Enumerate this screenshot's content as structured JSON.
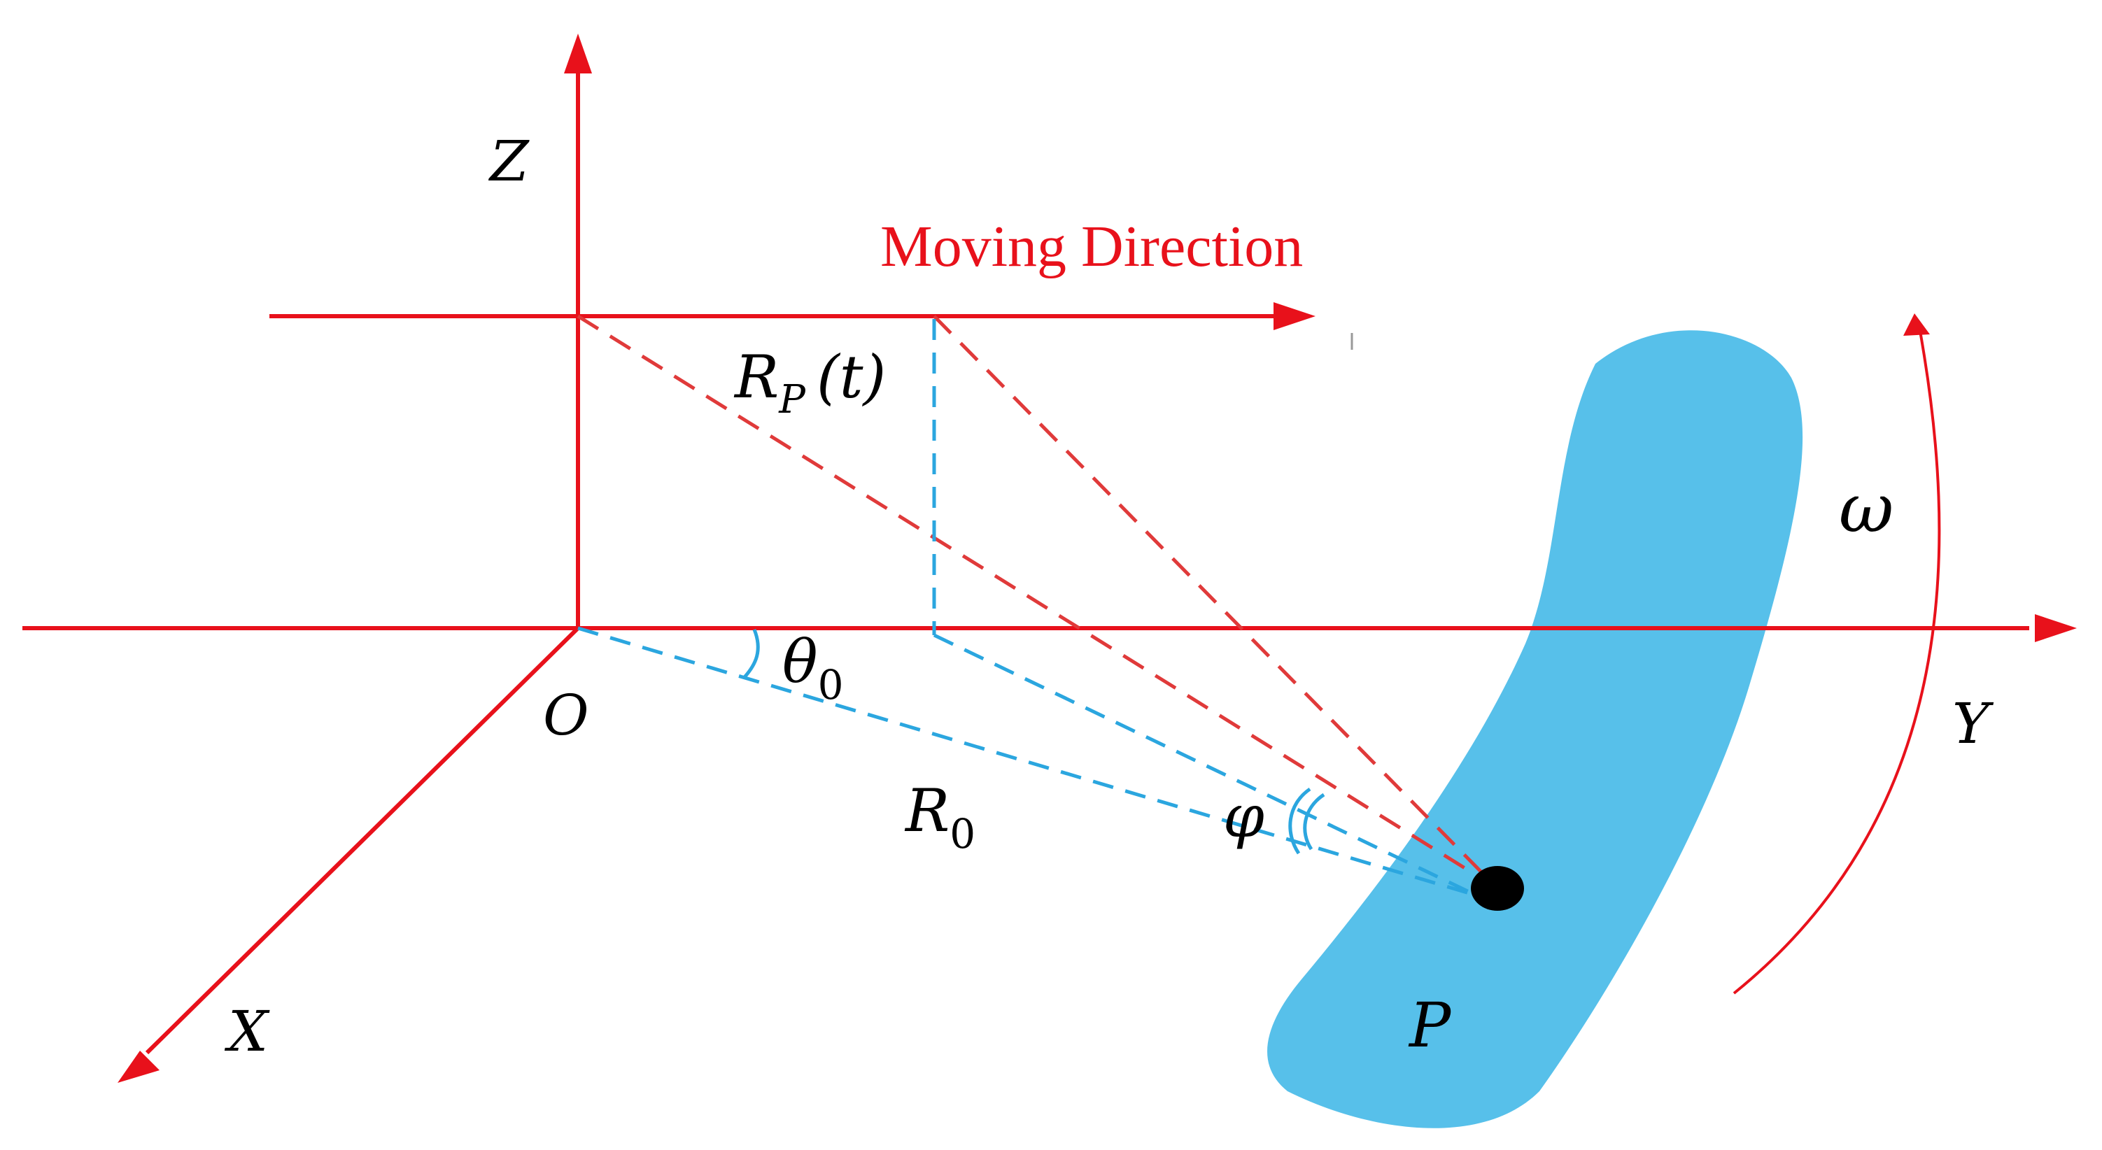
{
  "labels": {
    "z_axis": "Z",
    "y_axis": "Y",
    "x_axis": "X",
    "origin": "O",
    "moving_direction": "Moving Direction",
    "range_t_main": "R",
    "range_t_sub": "P",
    "range_t_args": "(t)",
    "theta_main": "θ",
    "theta_sub": "0",
    "r0_main": "R",
    "r0_sub": "0",
    "phi": "φ",
    "omega": "ω",
    "point": "P"
  },
  "colors": {
    "axis_red": "#e8111b",
    "dashed_red": "#e03a3a",
    "dashed_blue": "#2ba6df",
    "target_blue": "#57c0ea",
    "scatter_point": "#000000"
  }
}
